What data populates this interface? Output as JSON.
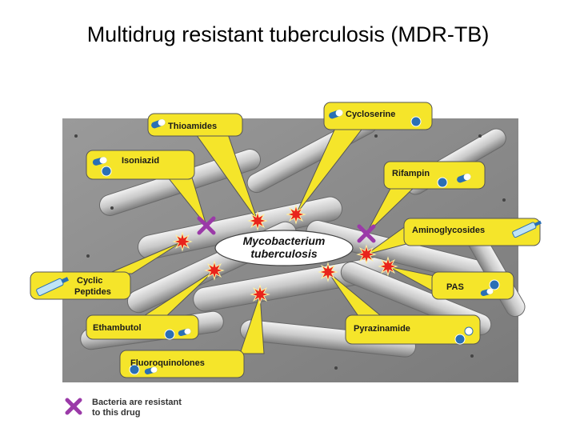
{
  "title": "Multidrug resistant tuberculosis (MDR-TB)",
  "center_label": [
    "Mycobacterium",
    "tuberculosis"
  ],
  "drugs": [
    {
      "name": "Thioamides",
      "status": "effective"
    },
    {
      "name": "Cycloserine",
      "status": "effective"
    },
    {
      "name": "Isoniazid",
      "status": "resistant"
    },
    {
      "name": "Rifampin",
      "status": "resistant"
    },
    {
      "name": "Aminoglycosides",
      "status": "effective"
    },
    {
      "name": "Cyclic Peptides",
      "status": "effective"
    },
    {
      "name": "PAS",
      "status": "effective"
    },
    {
      "name": "Ethambutol",
      "status": "effective"
    },
    {
      "name": "Pyrazinamide",
      "status": "effective"
    },
    {
      "name": "Fluoroquinolones",
      "status": "effective"
    }
  ],
  "legend": {
    "line1": "Bacteria are resistant",
    "line2": "to this drug"
  },
  "colors": {
    "callout": "#f5e52a",
    "background": "#8a8a8a",
    "resistant_mark": "#9b3aa8",
    "effective_mark": "#e8241c"
  }
}
